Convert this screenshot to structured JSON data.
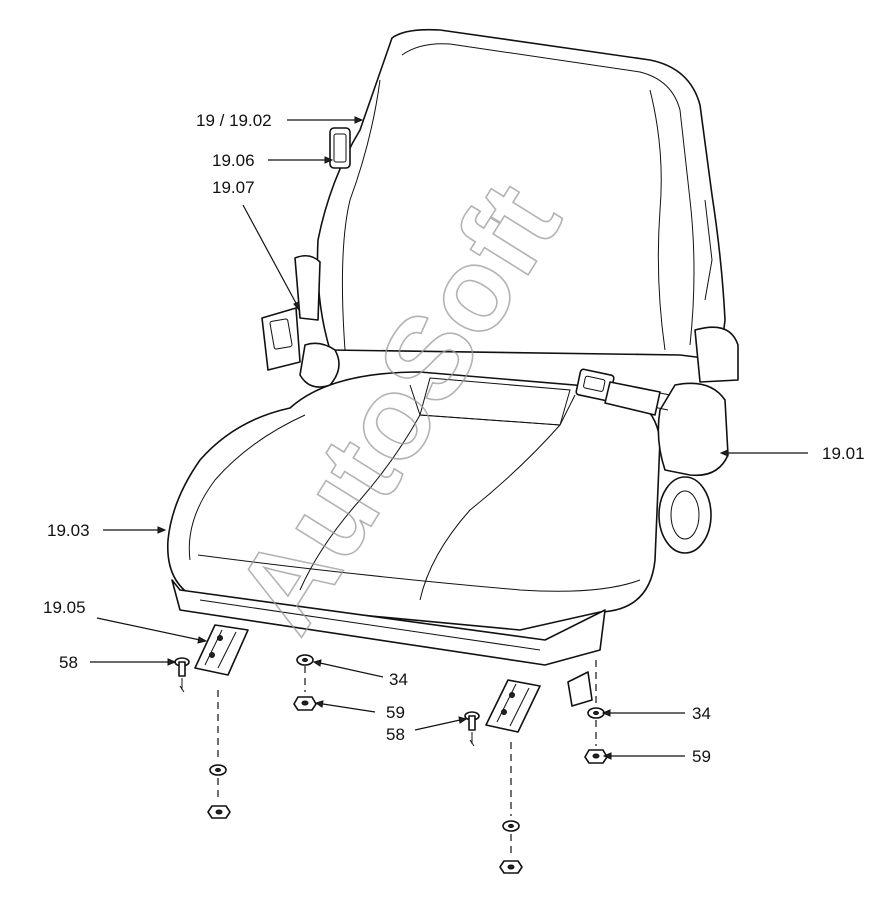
{
  "watermark": "AutoSoft",
  "callouts": {
    "c1": "19 / 19.02",
    "c2": "19.06",
    "c3": "19.07",
    "c4": "19.01",
    "c5": "19.03",
    "c6": "19.05",
    "c7": "58",
    "c8": "34",
    "c9": "59",
    "c10": "58",
    "c11": "34",
    "c12": "59"
  }
}
